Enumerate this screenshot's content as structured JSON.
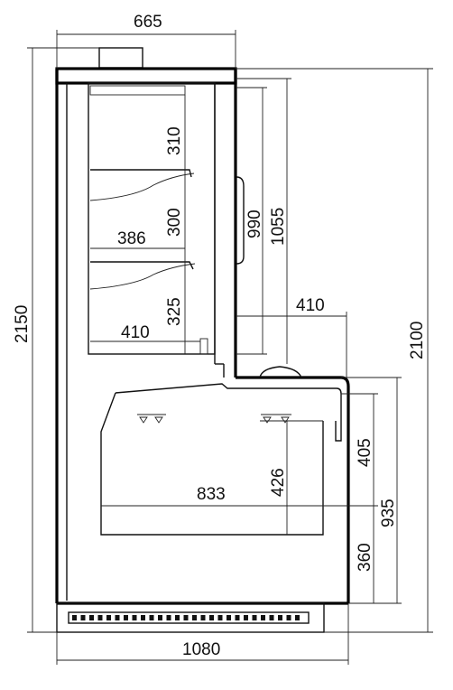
{
  "diagram": {
    "type": "refrigerated display cabinet side elevation",
    "dimensions": {
      "top_width": "665",
      "overall_height": "2150",
      "upper_height": "2100",
      "shelf_gap_1": "310",
      "shelf_gap_2": "300",
      "shelf_gap_3": "325",
      "shelf_depth": "386",
      "bottom_shelf_depth": "410",
      "inner_height": "990",
      "outer_height": "1055",
      "step_depth": "410",
      "counter_front_height": "405",
      "counter_total_height": "935",
      "counter_base_height": "360",
      "tray_depth": "833",
      "tray_height": "426",
      "base_width": "1080"
    }
  }
}
